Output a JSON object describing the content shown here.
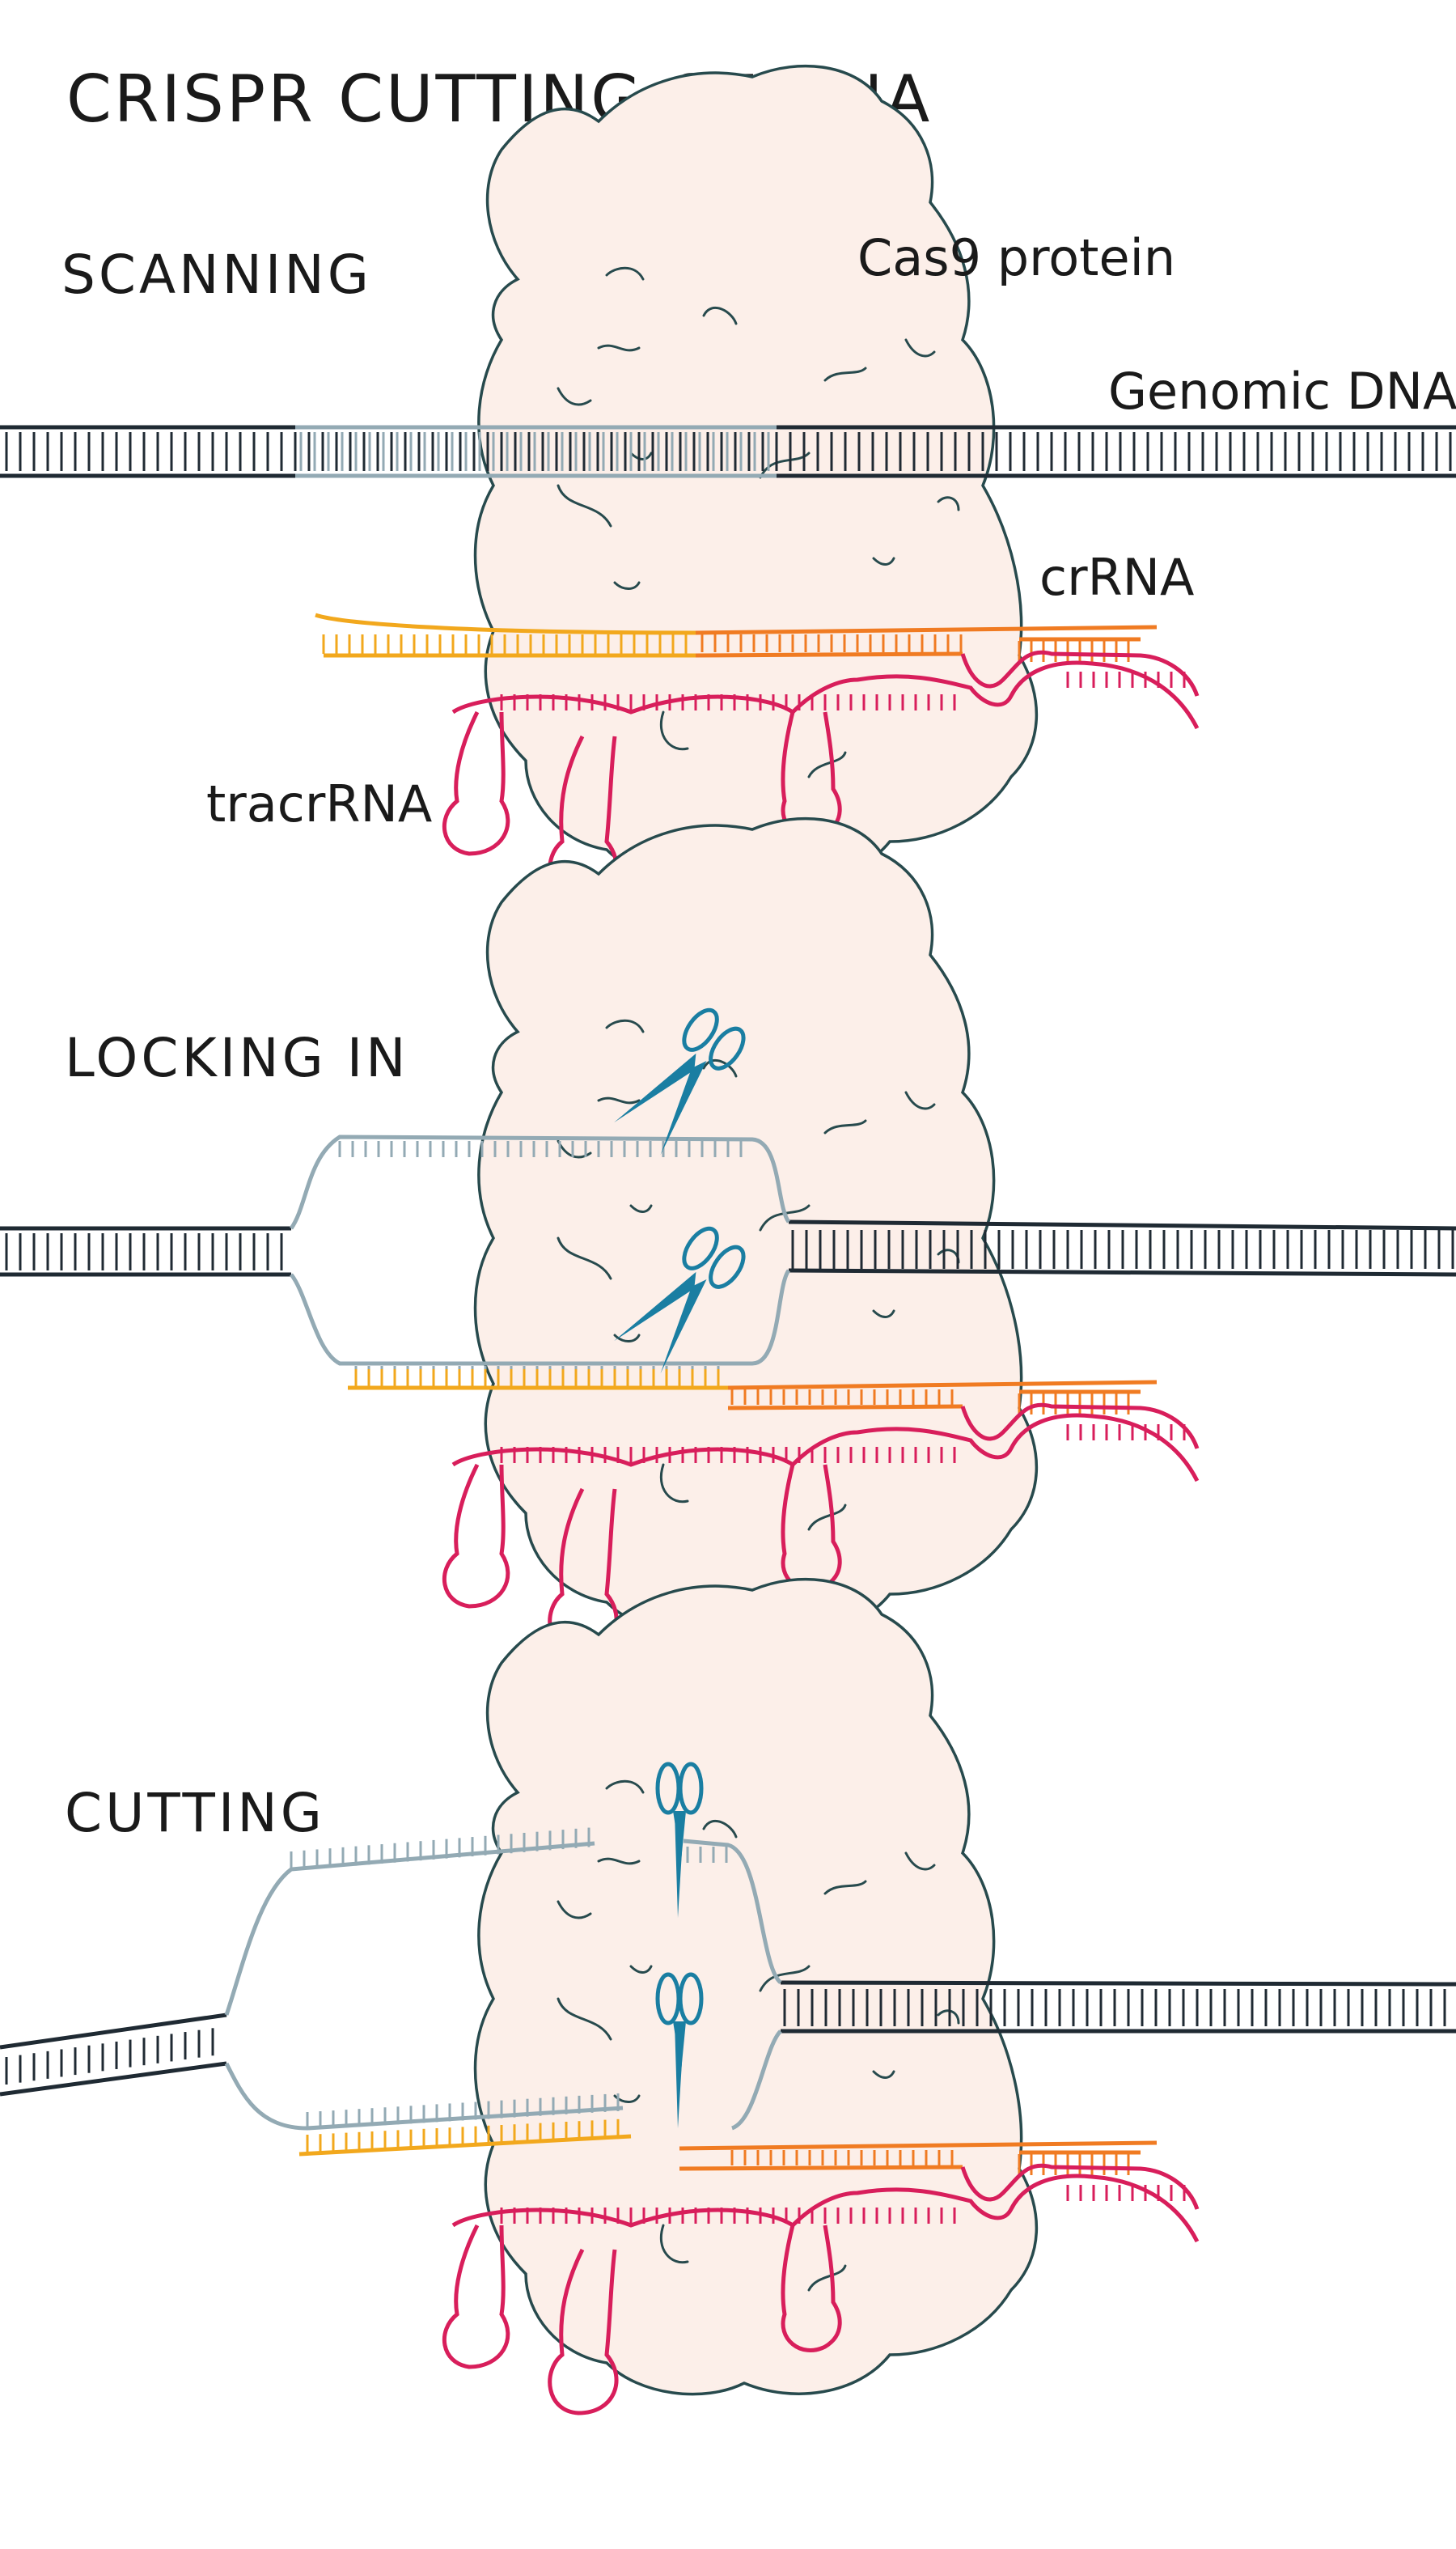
{
  "title": "CRISPR CUTTING OF DNA",
  "stages": [
    {
      "label": "SCANNING"
    },
    {
      "label": "LOCKING IN"
    },
    {
      "label": "CUTTING"
    }
  ],
  "labels": {
    "cas9": "Cas9 protein",
    "genomic_dna": "Genomic DNA",
    "crrna": "crRNA",
    "tracrrna": "tracrRNA"
  },
  "colors": {
    "cas9_fill": "#fcefe9",
    "cas9_outline": "#274a4d",
    "genomic_dna": "#1f2a33",
    "target_dna": "#93aab4",
    "guide_spacer": "#f2a81d",
    "crrna": "#f07b22",
    "tracrrna": "#d81e5b",
    "scissors": "#1a7ea2"
  },
  "icons": [
    "scissors-icon"
  ]
}
